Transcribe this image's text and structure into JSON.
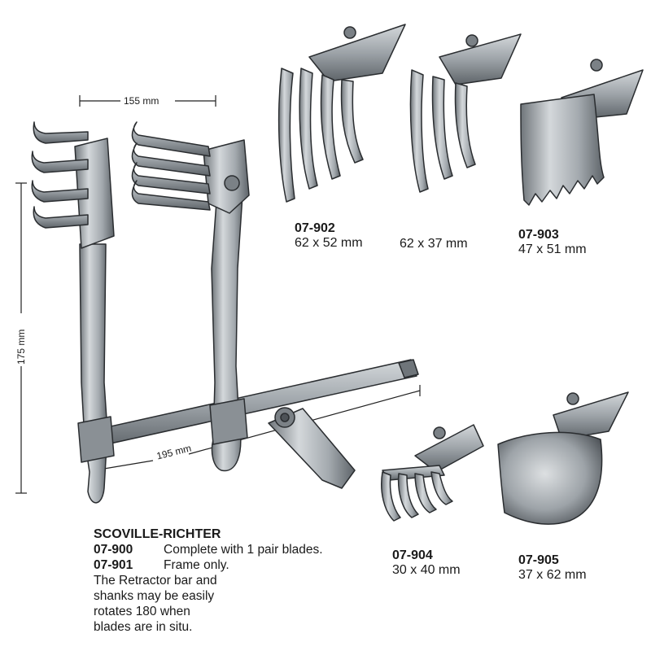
{
  "dimensions": {
    "width_label": "155 mm",
    "height_label": "175 mm",
    "bar_label": "195 mm"
  },
  "products": [
    {
      "code": "07-902",
      "size": "62 x 52 mm"
    },
    {
      "code": "",
      "size": "62 x 37 mm"
    },
    {
      "code": "07-903",
      "size": "47 x 51 mm"
    },
    {
      "code": "07-904",
      "size": "30 x 40 mm"
    },
    {
      "code": "07-905",
      "size": "37 x 62 mm"
    }
  ],
  "info": {
    "title": "SCOVILLE-RICHTER",
    "rows": [
      {
        "code": "07-900",
        "text": "Complete with 1 pair blades."
      },
      {
        "code": "07-901",
        "text": "Frame only."
      }
    ],
    "note_lines": [
      "The Retractor bar and",
      "shanks may be easily",
      "rotates 180 when",
      "blades are in situ."
    ]
  },
  "colors": {
    "metal_light": "#c9cdd0",
    "metal_mid": "#9da3a8",
    "metal_dark": "#5e6469",
    "outline": "#2a2d30"
  }
}
